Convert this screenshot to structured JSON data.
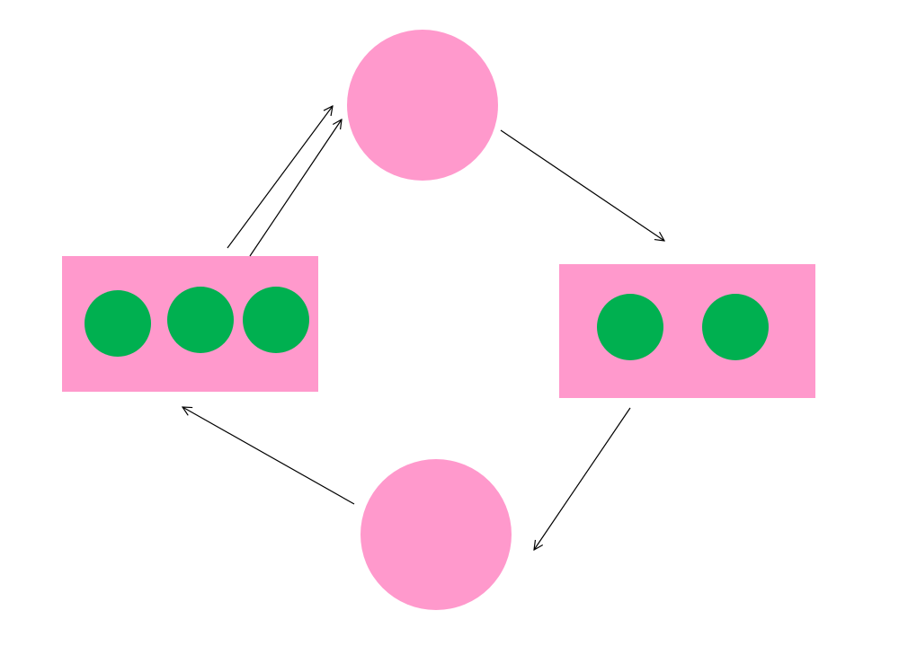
{
  "colors": {
    "background": "#ffffff",
    "node_fill": "#ff99cc",
    "token_fill": "#00b050",
    "arrow_stroke": "#000000"
  },
  "diagram": {
    "type": "cycle",
    "nodes": [
      {
        "id": "top-circle",
        "shape": "circle",
        "tokens": 0
      },
      {
        "id": "right-box",
        "shape": "rectangle",
        "tokens": 2
      },
      {
        "id": "bottom-circle",
        "shape": "circle",
        "tokens": 0
      },
      {
        "id": "left-box",
        "shape": "rectangle",
        "tokens": 3
      }
    ],
    "edges": [
      {
        "from": "left-box",
        "to": "top-circle",
        "count": 2
      },
      {
        "from": "top-circle",
        "to": "right-box",
        "count": 1
      },
      {
        "from": "right-box",
        "to": "bottom-circle",
        "count": 1
      },
      {
        "from": "bottom-circle",
        "to": "left-box",
        "count": 1
      }
    ]
  }
}
